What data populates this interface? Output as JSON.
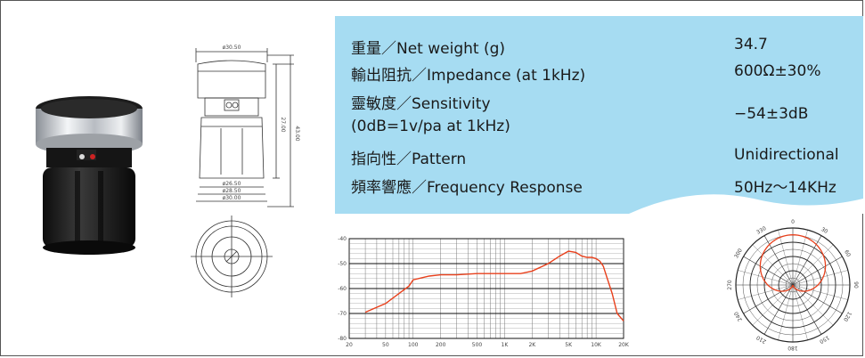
{
  "specs": [
    {
      "label": "重量／Net weight (g)",
      "value": "34.7"
    },
    {
      "label": "輸出阻抗／Impedance (at 1kHz)",
      "value": "600Ω±30%"
    },
    {
      "label": "靈敏度／Sensitivity",
      "label2": "(0dB=1v/pa at 1kHz)",
      "value": "−54±3dB"
    },
    {
      "label": "指向性／Pattern",
      "value": "Unidirectional"
    },
    {
      "label": "頻率響應／Frequency Response",
      "value": "50Hz～14KHz"
    }
  ],
  "dimensions": {
    "top_width": "ø30.50",
    "height_inner": "27.00",
    "height_total": "43.00",
    "bottom_1": "ø26.50",
    "bottom_2": "ø28.50",
    "bottom_3": "ø30.00"
  },
  "chart_data": [
    {
      "type": "line",
      "x_scale": "log",
      "xlim": [
        20,
        20000
      ],
      "ylim": [
        -80,
        -40
      ],
      "x_ticks": [
        20,
        50,
        100,
        200,
        500,
        1000,
        2000,
        5000,
        10000,
        20000
      ],
      "x_tick_labels": [
        "20",
        "50",
        "100",
        "200",
        "500",
        "1K",
        "2K",
        "5K",
        "10K",
        "20K"
      ],
      "y_ticks": [
        -40,
        -50,
        -60,
        -70,
        -80
      ],
      "y_tick_labels": [
        "-40",
        "-50",
        "-60",
        "-70",
        "-80"
      ],
      "grid": true,
      "color": "#e8401c",
      "series": [
        {
          "x": [
            30,
            50,
            70,
            90,
            100,
            150,
            200,
            300,
            500,
            700,
            1000,
            1500,
            2000,
            3000,
            4000,
            5000,
            6000,
            7000,
            8000,
            9000,
            10000,
            11000,
            12000,
            13000,
            15000,
            17000,
            20000
          ],
          "y": [
            -69.5,
            -66,
            -62,
            -59,
            -56.5,
            -55,
            -54.5,
            -54.5,
            -54,
            -54,
            -54,
            -54,
            -53,
            -50,
            -47,
            -45,
            -45.5,
            -47,
            -47.5,
            -47.5,
            -48,
            -49,
            -51,
            -55,
            -62,
            -70,
            -73
          ]
        }
      ]
    },
    {
      "type": "polar",
      "angle_labels": [
        "0",
        "30",
        "60",
        "90",
        "120",
        "150",
        "180",
        "210",
        "240",
        "270",
        "300",
        "330"
      ],
      "color": "#e8401c",
      "pattern": "cardioid"
    }
  ]
}
